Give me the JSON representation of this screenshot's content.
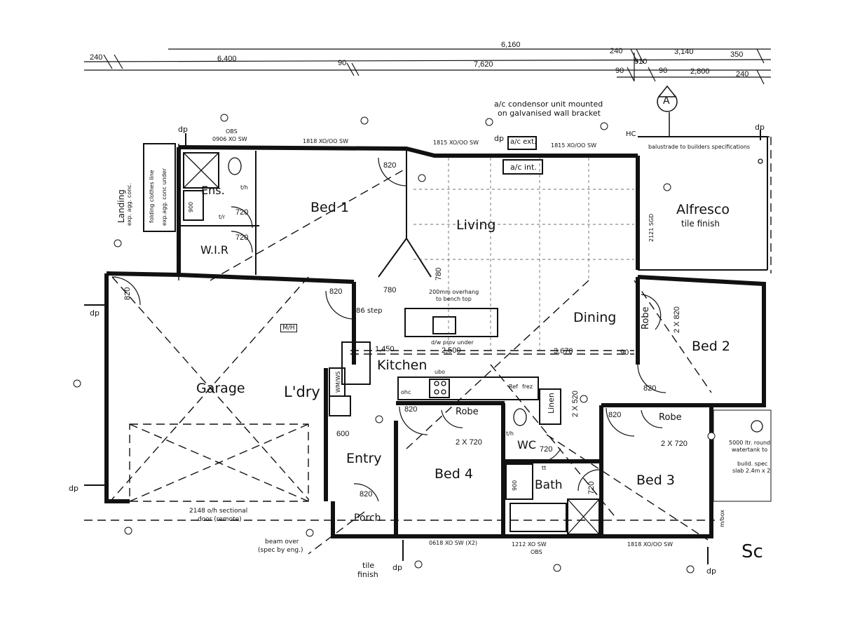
{
  "top_dimensions": {
    "row1": [
      "240",
      "6,400",
      "90",
      "7,620",
      "240",
      "3,140",
      "350"
    ],
    "row1b": [
      "910"
    ],
    "row2": [
      "90",
      "90",
      "2,800",
      "240"
    ],
    "partial": [
      "6,160"
    ]
  },
  "section_marker": "A",
  "notes": {
    "condenser": "a/c condensor unit mounted",
    "condenser2": "on galvanised wall bracket",
    "balustrade": "balustrade to builders specifications",
    "overhang": "200mm overhang",
    "overhang2": "to bench top",
    "dw": "d/w prov under",
    "landing": "Landing",
    "landing_sub": "exp. agg. conc.",
    "steps": "exp.agg. conc under",
    "clothesline": "folding clothes line",
    "beam": "beam over",
    "beam2": "(spec by eng.)",
    "tile": "tile",
    "tile2": "finish",
    "garage_door": "2148 o/h sectional",
    "garage_door2": "door (remote)",
    "tank": "5000 ltr. round",
    "tank2": "watertank to",
    "tank3": "build. spec",
    "tank4": "slab 2.4m x 2",
    "scale": "Sc"
  },
  "windows": {
    "w1": "0906 XO SW",
    "w1a": "OBS",
    "w2": "1818 XO/OO SW",
    "w3": "1815 XO/OO SW",
    "w4": "1815 XO/OO SW",
    "w5": "0618 XO SW  (X2)",
    "w6": "1212 XO SW",
    "w6a": "OBS",
    "w7": "1818 XO/OO SW",
    "sgd": "2121 SGD"
  },
  "rooms": {
    "ens": "Ens.",
    "bed1": "Bed 1",
    "wir": "W.I.R",
    "living": "Living",
    "alfresco": "Alfresco",
    "alfresco_sub": "tile finish",
    "dining": "Dining",
    "robe_bed2": "Robe",
    "bed2": "Bed 2",
    "garage": "Garage",
    "ldry": "L'dry",
    "kitchen": "Kitchen",
    "entry": "Entry",
    "porch": "Porch",
    "robe_bed4": "Robe",
    "bed4": "Bed 4",
    "wc": "WC",
    "bath": "Bath",
    "linen": "Linen",
    "robe_bed3": "Robe",
    "bed3": "Bed 3"
  },
  "labels": {
    "dp": "dp",
    "hc": "HC",
    "ac_ext": "a/c ext.",
    "ac_int": "a/c int.",
    "mh": "M/H",
    "step": "86 step",
    "ohc": "ohc",
    "ubo": "ubo",
    "ref": "Ref",
    "frez": "frez",
    "wm": "WM/WS",
    "th": "t/h",
    "tr": "t/r",
    "tt": "tt",
    "shr": "900",
    "meter": "m/box"
  },
  "dims": {
    "d820": "820",
    "d720": "720",
    "d780": "780",
    "d600": "600",
    "d1450": "1,450",
    "d2500": "2,500",
    "d3670": "3,670",
    "d90": "90",
    "robe2": "2 X 820",
    "robe4": "2 X 720",
    "robe3": "2 X 720",
    "linen_d": "2 X 520"
  }
}
